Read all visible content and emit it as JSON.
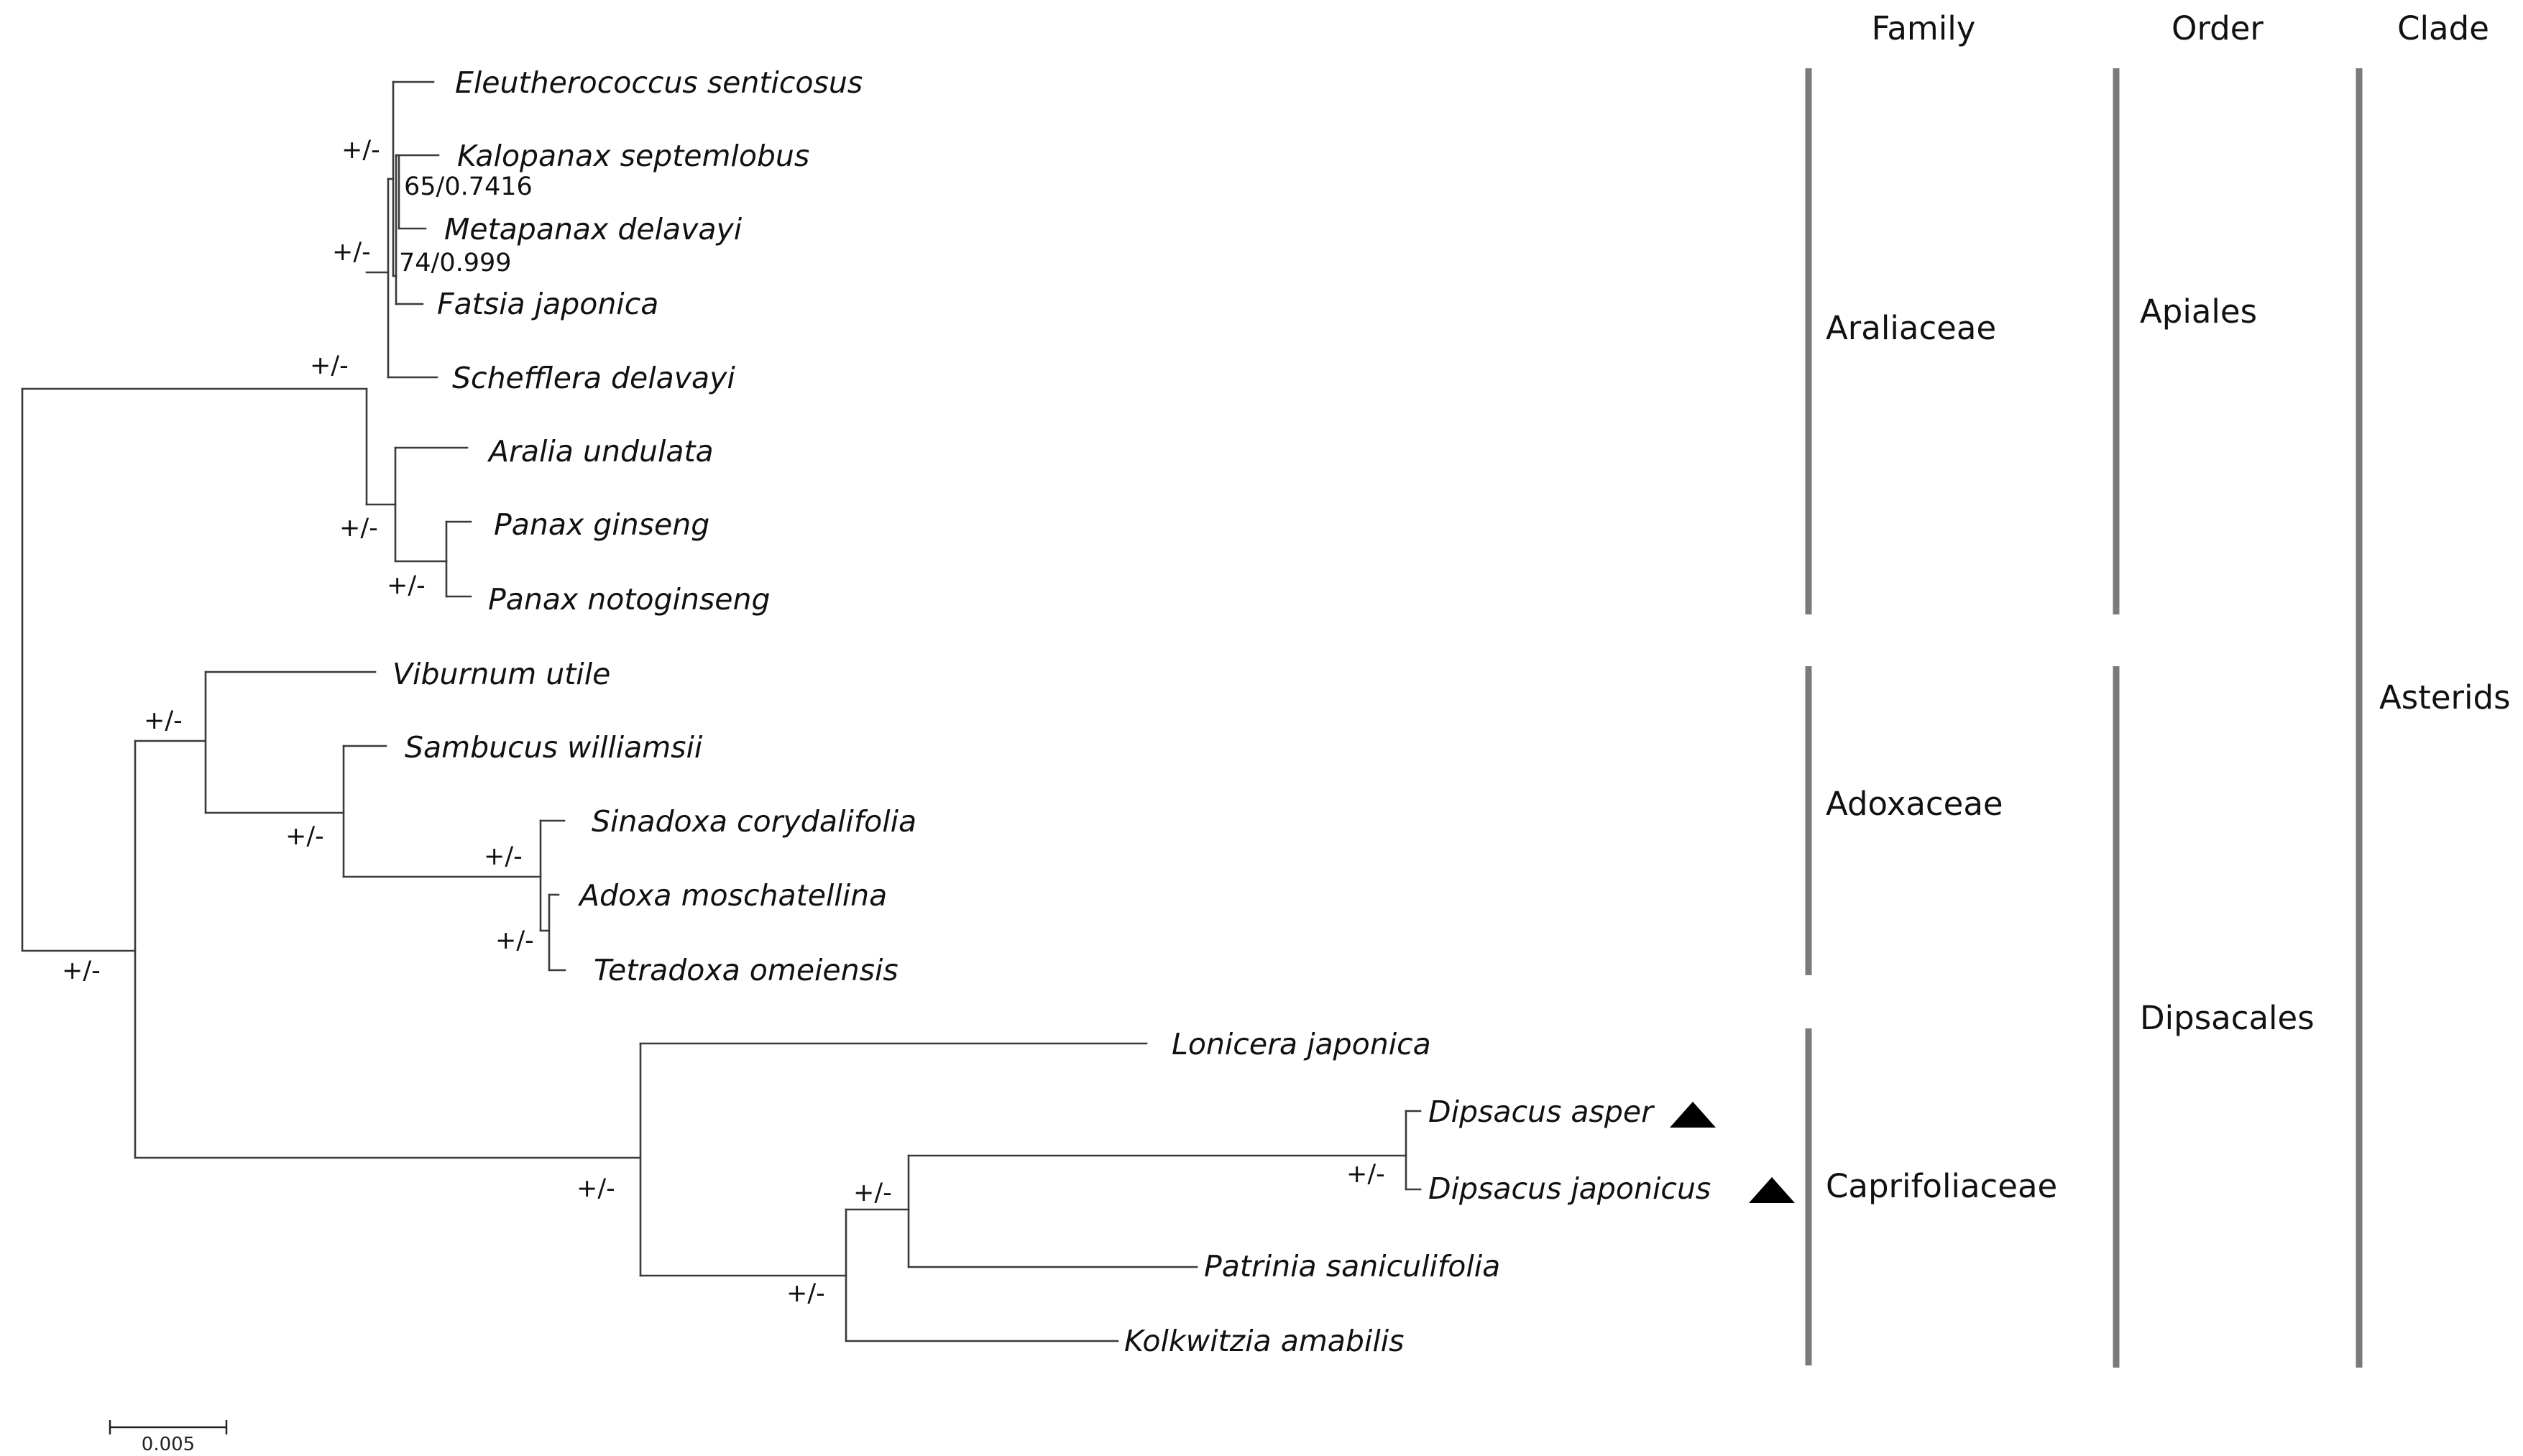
{
  "headers": {
    "family": "Family",
    "order": "Order",
    "clade": "Clade"
  },
  "taxa": [
    "Eleutherococcus senticosus",
    "Kalopanax septemlobus",
    "Metapanax delavayi",
    "Fatsia japonica",
    "Schefflera delavayi",
    "Aralia undulata",
    "Panax ginseng",
    "Panax notoginseng",
    "Viburnum utile",
    "Sambucus williamsii",
    "Sinadoxa corydalifolia",
    "Adoxa moschatellina",
    "Tetradoxa omeiensis",
    "Lonicera japonica",
    "Dipsacus asper",
    "Dipsacus japonicus",
    "Patrinia saniculifolia",
    "Kolkwitzia amabilis"
  ],
  "highlighted_taxa": [
    "Dipsacus asper",
    "Dipsacus japonicus"
  ],
  "support": {
    "pm": "+/-",
    "kalopanax_metapanax": "65/0.7416",
    "metapanax_fatsia": "74/0.999"
  },
  "families": [
    "Araliaceae",
    "Adoxaceae",
    "Caprifoliaceae"
  ],
  "orders": [
    "Apiales",
    "Dipsacales"
  ],
  "clade": "Asterids",
  "scale": {
    "label": "0.005",
    "value": 0.005
  }
}
